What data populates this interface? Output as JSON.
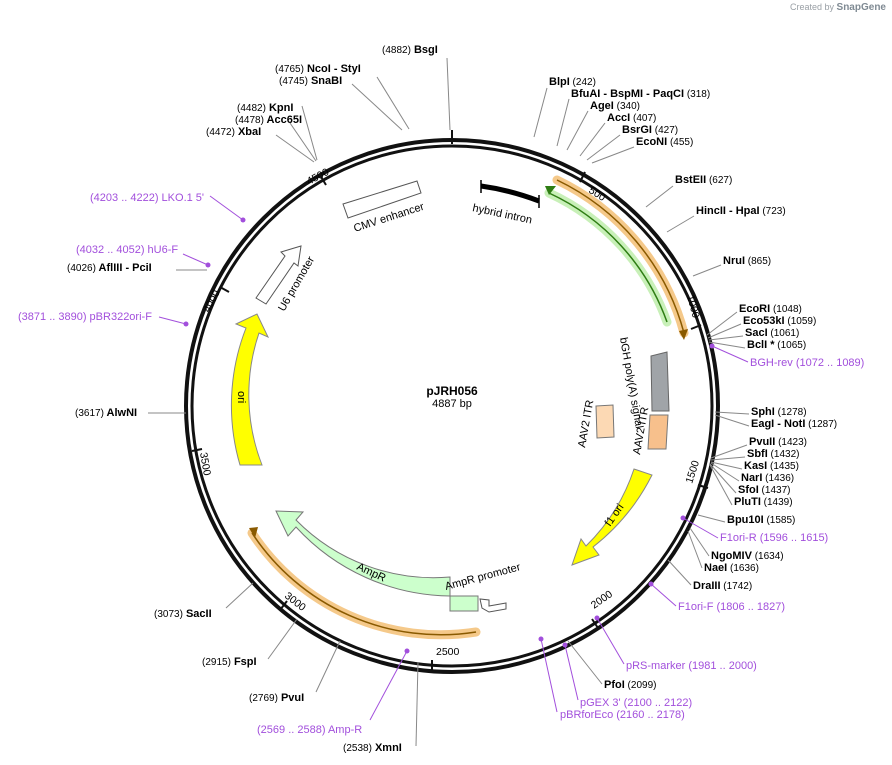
{
  "credit": {
    "prefix": "Created by",
    "brand": "SnapGene"
  },
  "plasmid": {
    "name": "pJRH056",
    "length_label": "4887 bp",
    "length": 4887
  },
  "colors": {
    "primer": "#a24fdc",
    "ori": "#ffff00",
    "amp": "#ccffcc",
    "bgh": "#a0a4a8",
    "itr": "#fcd9b4",
    "itr_strong": "#f7c08c",
    "highlight": "#f5c98a"
  },
  "ticks": [
    "500",
    "1000",
    "1500",
    "2000",
    "2500",
    "3000",
    "3500",
    "4000",
    "4500"
  ],
  "features": [
    {
      "id": "cmv",
      "label": "CMV enhancer"
    },
    {
      "id": "hybrid",
      "label": "hybrid intron"
    },
    {
      "id": "u6",
      "label": "U6 promoter"
    },
    {
      "id": "ori",
      "label": "ori"
    },
    {
      "id": "ampr",
      "label": "AmpR"
    },
    {
      "id": "amppro",
      "label": "AmpR promoter"
    },
    {
      "id": "f1",
      "label": "f1 ori"
    },
    {
      "id": "bgh",
      "label": "bGH poly(A) signal"
    },
    {
      "id": "itr1",
      "label": "AAV2 ITR"
    },
    {
      "id": "itr2",
      "label": "AAV2 ITR"
    }
  ],
  "sites": [
    {
      "id": "bsgi",
      "parts": [
        {
          "t": "(4882)",
          "c": "pos"
        },
        {
          "t": " BsgI",
          "c": "enz"
        }
      ]
    },
    {
      "id": "ncoi",
      "parts": [
        {
          "t": "(4765)",
          "c": "pos"
        },
        {
          "t": " NcoI",
          "c": "enz"
        },
        {
          "t": "  - StyI",
          "c": "enz"
        }
      ]
    },
    {
      "id": "snabi",
      "parts": [
        {
          "t": "(4745)",
          "c": "pos"
        },
        {
          "t": " SnaBI",
          "c": "enz"
        }
      ]
    },
    {
      "id": "kpni",
      "parts": [
        {
          "t": "(4482)",
          "c": "pos"
        },
        {
          "t": " KpnI",
          "c": "enz"
        }
      ]
    },
    {
      "id": "acc65i",
      "parts": [
        {
          "t": "(4478)",
          "c": "pos"
        },
        {
          "t": " Acc65I",
          "c": "enz"
        }
      ]
    },
    {
      "id": "xbai",
      "parts": [
        {
          "t": "(4472)",
          "c": "pos"
        },
        {
          "t": " XbaI",
          "c": "enz"
        }
      ]
    },
    {
      "id": "lko",
      "parts": [
        {
          "t": "(4203 .. 4222)",
          "c": "prim"
        },
        {
          "t": "  LKO.1 5'",
          "c": "prim"
        }
      ]
    },
    {
      "id": "hu6f",
      "parts": [
        {
          "t": "(4032 .. 4052)",
          "c": "prim"
        },
        {
          "t": "  hU6-F",
          "c": "prim"
        }
      ]
    },
    {
      "id": "aflIII",
      "parts": [
        {
          "t": "(4026)",
          "c": "pos"
        },
        {
          "t": " AflIII",
          "c": "enz"
        },
        {
          "t": "  - PciI",
          "c": "enz"
        }
      ]
    },
    {
      "id": "pbr322",
      "parts": [
        {
          "t": "(3871 .. 3890)",
          "c": "prim"
        },
        {
          "t": "  pBR322ori-F",
          "c": "prim"
        }
      ]
    },
    {
      "id": "alwni",
      "parts": [
        {
          "t": "(3617)",
          "c": "pos"
        },
        {
          "t": " AlwNI",
          "c": "enz"
        }
      ]
    },
    {
      "id": "sacii",
      "parts": [
        {
          "t": "(3073)",
          "c": "pos"
        },
        {
          "t": "  SacII",
          "c": "enz"
        }
      ]
    },
    {
      "id": "fspi",
      "parts": [
        {
          "t": "(2915)",
          "c": "pos"
        },
        {
          "t": "  FspI",
          "c": "enz"
        }
      ]
    },
    {
      "id": "pvui",
      "parts": [
        {
          "t": "(2769)",
          "c": "pos"
        },
        {
          "t": "  PvuI",
          "c": "enz"
        }
      ]
    },
    {
      "id": "ampr_p",
      "parts": [
        {
          "t": "(2569 .. 2588)",
          "c": "prim"
        },
        {
          "t": "  Amp-R",
          "c": "prim"
        }
      ]
    },
    {
      "id": "xmni",
      "parts": [
        {
          "t": "(2538)",
          "c": "pos"
        },
        {
          "t": "  XmnI",
          "c": "enz"
        }
      ]
    },
    {
      "id": "blpi",
      "parts": [
        {
          "t": "BlpI",
          "c": "enz"
        },
        {
          "t": "  (242)",
          "c": "pos"
        }
      ]
    },
    {
      "id": "bfuai",
      "parts": [
        {
          "t": "BfuAI",
          "c": "enz"
        },
        {
          "t": "  - BspMI",
          "c": "enz"
        },
        {
          "t": "  - PaqCI",
          "c": "enz"
        },
        {
          "t": "  (318)",
          "c": "pos"
        }
      ]
    },
    {
      "id": "agei",
      "parts": [
        {
          "t": "AgeI",
          "c": "enz"
        },
        {
          "t": "  (340)",
          "c": "pos"
        }
      ]
    },
    {
      "id": "acci",
      "parts": [
        {
          "t": "AccI",
          "c": "enz"
        },
        {
          "t": "  (407)",
          "c": "pos"
        }
      ]
    },
    {
      "id": "bsrgi",
      "parts": [
        {
          "t": "BsrGI",
          "c": "enz"
        },
        {
          "t": "  (427)",
          "c": "pos"
        }
      ]
    },
    {
      "id": "econi",
      "parts": [
        {
          "t": "EcoNI",
          "c": "enz"
        },
        {
          "t": "  (455)",
          "c": "pos"
        }
      ]
    },
    {
      "id": "bsteii",
      "parts": [
        {
          "t": "BstEII",
          "c": "enz"
        },
        {
          "t": "  (627)",
          "c": "pos"
        }
      ]
    },
    {
      "id": "hincii",
      "parts": [
        {
          "t": "HincII",
          "c": "enz"
        },
        {
          "t": "  - HpaI",
          "c": "enz"
        },
        {
          "t": "  (723)",
          "c": "pos"
        }
      ]
    },
    {
      "id": "nrui",
      "parts": [
        {
          "t": "NruI",
          "c": "enz"
        },
        {
          "t": "  (865)",
          "c": "pos"
        }
      ]
    },
    {
      "id": "ecori",
      "parts": [
        {
          "t": "EcoRI",
          "c": "enz"
        },
        {
          "t": "  (1048)",
          "c": "pos"
        }
      ]
    },
    {
      "id": "eco53ki",
      "parts": [
        {
          "t": "Eco53kI",
          "c": "enz"
        },
        {
          "t": "  (1059)",
          "c": "pos"
        }
      ]
    },
    {
      "id": "saci",
      "parts": [
        {
          "t": "SacI",
          "c": "enz"
        },
        {
          "t": "  (1061)",
          "c": "pos"
        }
      ]
    },
    {
      "id": "bcli",
      "parts": [
        {
          "t": "BclI *",
          "c": "enz"
        },
        {
          "t": "  (1065)",
          "c": "pos"
        }
      ]
    },
    {
      "id": "bghrev",
      "parts": [
        {
          "t": "BGH-rev",
          "c": "prim"
        },
        {
          "t": "  (1072 .. 1089)",
          "c": "prim"
        }
      ]
    },
    {
      "id": "sphi",
      "parts": [
        {
          "t": "SphI",
          "c": "enz"
        },
        {
          "t": "  (1278)",
          "c": "pos"
        }
      ]
    },
    {
      "id": "eagi",
      "parts": [
        {
          "t": "EagI",
          "c": "enz"
        },
        {
          "t": "  - NotI",
          "c": "enz"
        },
        {
          "t": "  (1287)",
          "c": "pos"
        }
      ]
    },
    {
      "id": "pvuii",
      "parts": [
        {
          "t": "PvuII",
          "c": "enz"
        },
        {
          "t": "  (1423)",
          "c": "pos"
        }
      ]
    },
    {
      "id": "sbfi",
      "parts": [
        {
          "t": "SbfI",
          "c": "enz"
        },
        {
          "t": "  (1432)",
          "c": "pos"
        }
      ]
    },
    {
      "id": "kasi",
      "parts": [
        {
          "t": "KasI",
          "c": "enz"
        },
        {
          "t": "  (1435)",
          "c": "pos"
        }
      ]
    },
    {
      "id": "nari",
      "parts": [
        {
          "t": "NarI",
          "c": "enz"
        },
        {
          "t": "  (1436)",
          "c": "pos"
        }
      ]
    },
    {
      "id": "sfoi",
      "parts": [
        {
          "t": "SfoI",
          "c": "enz"
        },
        {
          "t": "  (1437)",
          "c": "pos"
        }
      ]
    },
    {
      "id": "pluti",
      "parts": [
        {
          "t": "PluTI",
          "c": "enz"
        },
        {
          "t": "  (1439)",
          "c": "pos"
        }
      ]
    },
    {
      "id": "bpu10i",
      "parts": [
        {
          "t": "Bpu10I",
          "c": "enz"
        },
        {
          "t": "  (1585)",
          "c": "pos"
        }
      ]
    },
    {
      "id": "f1orir",
      "parts": [
        {
          "t": "F1ori-R",
          "c": "prim"
        },
        {
          "t": "  (1596 .. 1615)",
          "c": "prim"
        }
      ]
    },
    {
      "id": "ngomiv",
      "parts": [
        {
          "t": "NgoMIV",
          "c": "enz"
        },
        {
          "t": "  (1634)",
          "c": "pos"
        }
      ]
    },
    {
      "id": "naei",
      "parts": [
        {
          "t": "NaeI",
          "c": "enz"
        },
        {
          "t": "  (1636)",
          "c": "pos"
        }
      ]
    },
    {
      "id": "draiii",
      "parts": [
        {
          "t": "DraIII",
          "c": "enz"
        },
        {
          "t": "  (1742)",
          "c": "pos"
        }
      ]
    },
    {
      "id": "f1orif",
      "parts": [
        {
          "t": "F1ori-F",
          "c": "prim"
        },
        {
          "t": "  (1806 .. 1827)",
          "c": "prim"
        }
      ]
    },
    {
      "id": "prs",
      "parts": [
        {
          "t": "pRS-marker",
          "c": "prim"
        },
        {
          "t": "  (1981 .. 2000)",
          "c": "prim"
        }
      ]
    },
    {
      "id": "pfoi",
      "parts": [
        {
          "t": "PfoI",
          "c": "enz"
        },
        {
          "t": "  (2099)",
          "c": "pos"
        }
      ]
    },
    {
      "id": "pgex",
      "parts": [
        {
          "t": "pGEX 3'",
          "c": "prim"
        },
        {
          "t": "  (2100 .. 2122)",
          "c": "prim"
        }
      ]
    },
    {
      "id": "pbrforeco",
      "parts": [
        {
          "t": "pBRforEco",
          "c": "prim"
        },
        {
          "t": "  (2160 .. 2178)",
          "c": "prim"
        }
      ]
    }
  ]
}
